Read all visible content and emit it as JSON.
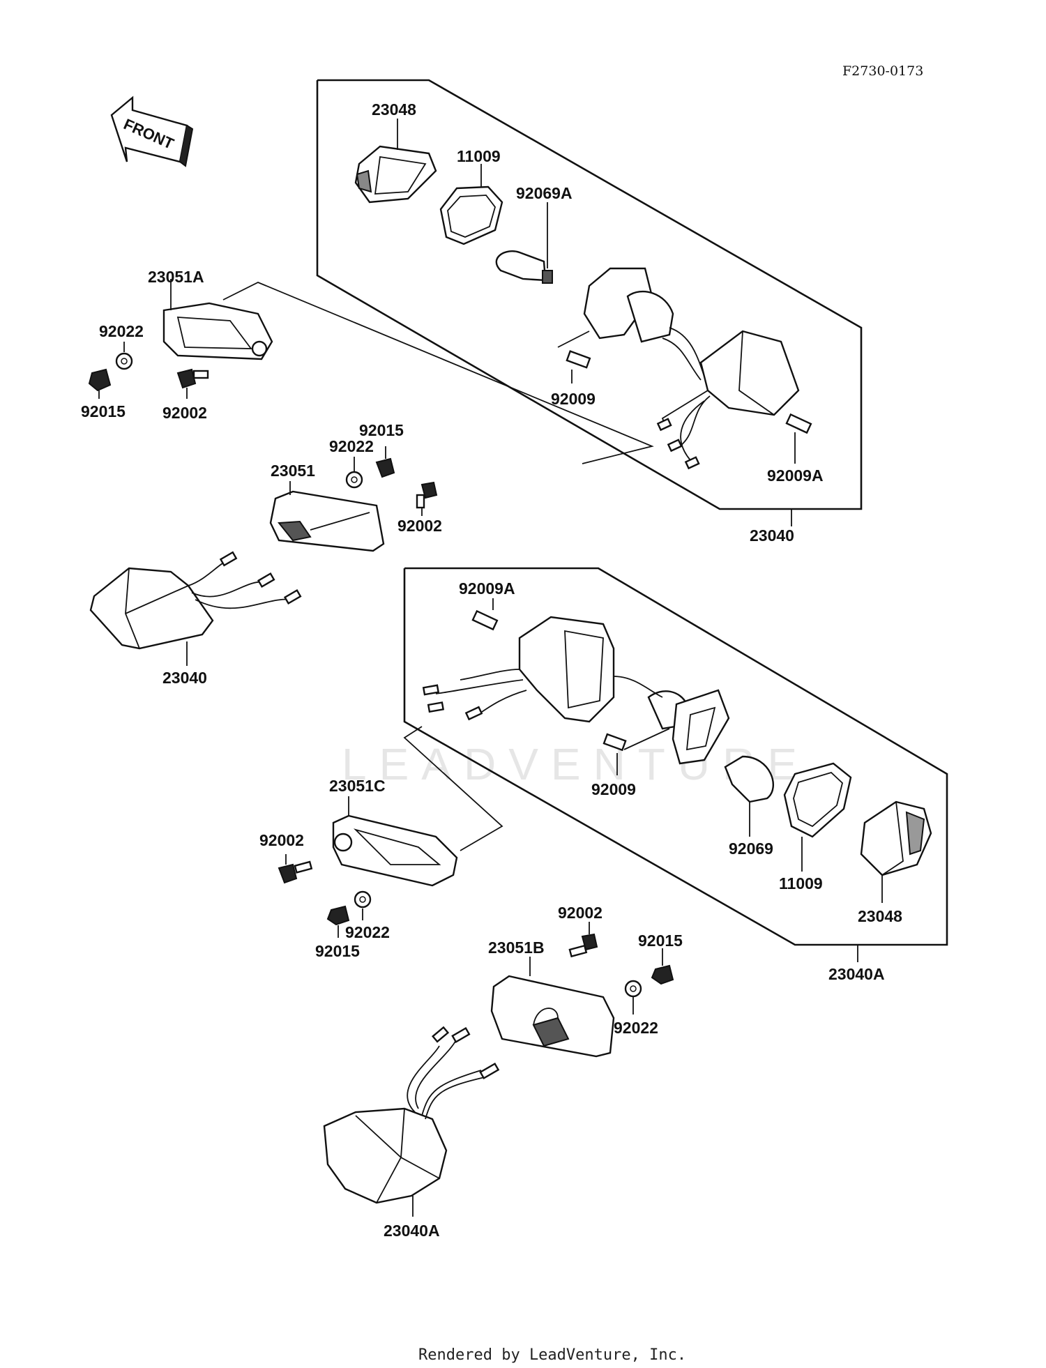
{
  "figure_id": "F2730-0173",
  "front_arrow_label": "FRONT",
  "watermark": "LEADVENTURE",
  "credit": "Rendered by LeadVenture, Inc.",
  "callouts": {
    "upper_box_lens": "23048",
    "upper_box_gasket": "11009",
    "upper_box_bulb": "92069A",
    "upper_box_screw": "92009",
    "upper_box_screw_a": "92009A",
    "upper_box_assembly": "23040",
    "left_bracket": "23051A",
    "left_washer": "92022",
    "left_nut": "92015",
    "left_bolt": "92002",
    "mid_nut": "92015",
    "mid_washer": "92022",
    "mid_bracket": "23051",
    "mid_bolt": "92002",
    "left_signal": "23040",
    "lower_box_screw_a": "92009A",
    "lower_box_screw": "92009",
    "lower_box_bulb": "92069",
    "lower_box_gasket": "11009",
    "lower_box_lens": "23048",
    "lower_box_assembly": "23040A",
    "lower_bracket_c": "23051C",
    "lower_bolt": "92002",
    "lower_washer": "92022",
    "lower_nut": "92015",
    "bottom_bolt": "92002",
    "bottom_nut": "92015",
    "bottom_bracket": "23051B",
    "bottom_washer": "92022",
    "bottom_signal": "23040A"
  }
}
